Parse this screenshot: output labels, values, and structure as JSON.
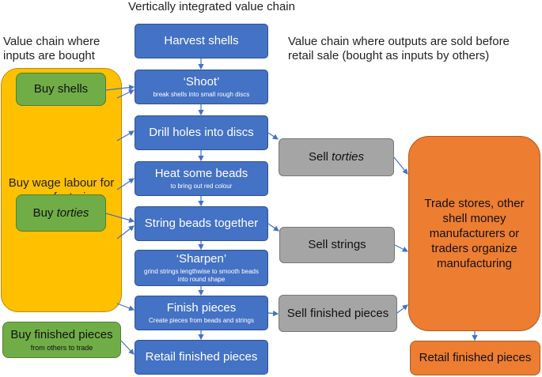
{
  "headings": {
    "top": "Vertically integrated value chain",
    "left": "Value chain where inputs are bought",
    "right": "Value chain where outputs are sold before retail sale (bought as inputs by others)"
  },
  "chain": [
    {
      "title": "Harvest shells",
      "sub": ""
    },
    {
      "title": "‘Shoot’",
      "sub": "break shells into small rough discs"
    },
    {
      "title": "Drill holes into discs",
      "sub": ""
    },
    {
      "title": "Heat some beads",
      "sub": "to bring out red colour"
    },
    {
      "title": "String beads together",
      "sub": ""
    },
    {
      "title": "‘Sharpen’",
      "sub": "grind strings lengthwise to smooth beads into round shape"
    },
    {
      "title": "Finish pieces",
      "sub": "Create pieces from beads and strings"
    },
    {
      "title": "Retail finished pieces",
      "sub": ""
    }
  ],
  "inputs": {
    "labour": "Buy wage labour for manufacturing",
    "shells": "Buy shells",
    "torties_prefix": "Buy ",
    "torties_italic": "torties",
    "finished_title": "Buy finished pieces",
    "finished_sub": "from others to trade"
  },
  "outputs": {
    "torties_prefix": "Sell ",
    "torties_italic": "torties",
    "strings": "Sell strings",
    "finished": "Sell finished pieces",
    "trade": "Trade stores, other shell money manufacturers or traders organize manufacturing",
    "retail": "Retail finished pieces"
  },
  "colors": {
    "chain": "#4472c4",
    "inputs": "#70ad47",
    "labour": "#ffc000",
    "sold": "#a5a5a5",
    "trade": "#ed7d31"
  }
}
